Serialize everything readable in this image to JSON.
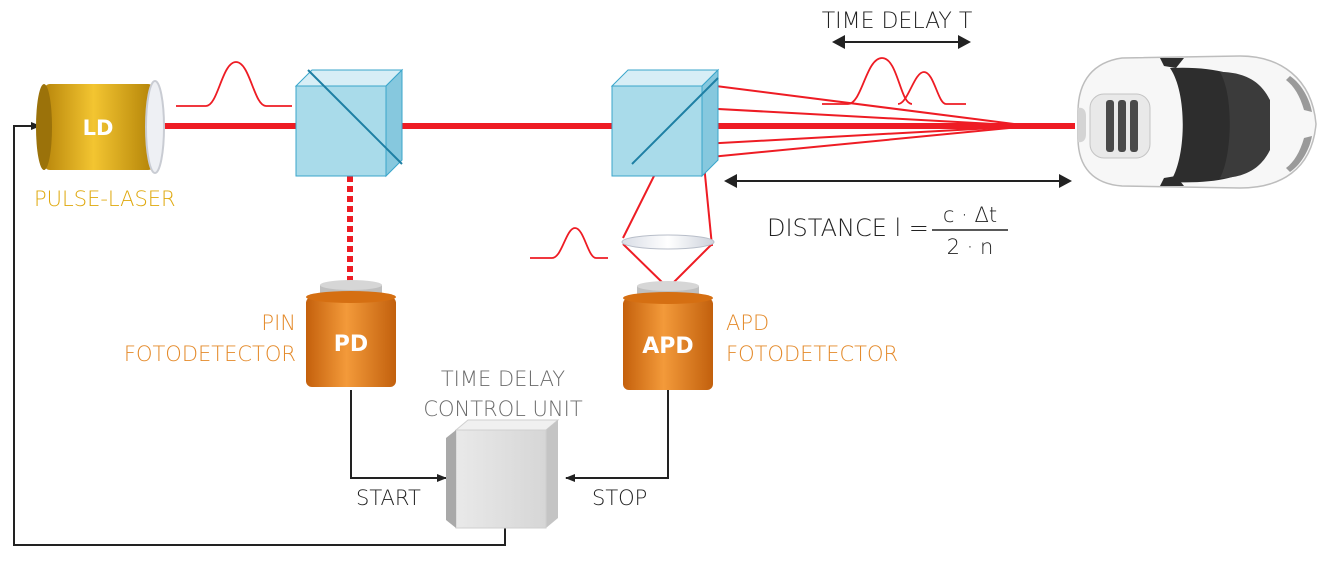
{
  "labels": {
    "time_delay": "TIME DELAY T",
    "ld": "LD",
    "pulse_laser": "PULSE-LASER",
    "pin_line1": "PIN",
    "pin_line2": "FOTODETECTOR",
    "pd": "PD",
    "apd": "APD",
    "apd_line1": "APD",
    "apd_line2": "FOTODETECTOR",
    "tdcu_line1": "TIME DELAY",
    "tdcu_line2": "CONTROL UNIT",
    "start": "START",
    "stop": "STOP",
    "distance_prefix": "DISTANCE l =",
    "formula_numerator": "c · Δt",
    "formula_denominator": "2 · n"
  },
  "colors": {
    "laser_red": "#ee1c24",
    "gold_laser": "#d6a20c",
    "gold_label": "#dfa80d",
    "detector_orange": "#e07a17",
    "label_orange": "#e48a2a",
    "cube_blue": "#a9dbea",
    "cube_edge": "#3aa6cb",
    "text_gray": "#222222",
    "box_gray": "#d9d9d9"
  },
  "icons": {
    "car": "car-top-view-icon",
    "lens": "focusing-lens-icon"
  }
}
